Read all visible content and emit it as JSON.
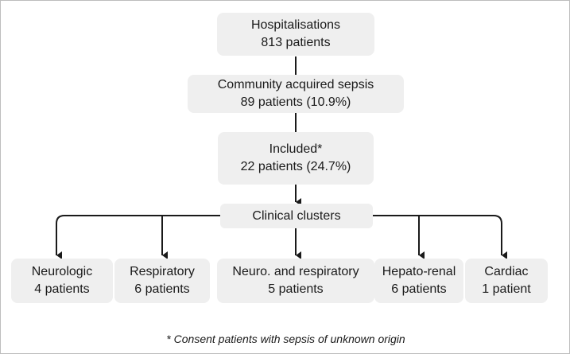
{
  "flow": {
    "hospitalisations": {
      "title": "Hospitalisations",
      "detail": "813 patients"
    },
    "sepsis": {
      "title": "Community acquired sepsis",
      "detail": "89 patients (10.9%)"
    },
    "included": {
      "title": "Included*",
      "detail": "22 patients (24.7%)"
    },
    "clusters": {
      "title": "Clinical clusters"
    },
    "leaves": [
      {
        "title": "Neurologic",
        "detail": "4 patients"
      },
      {
        "title": "Respiratory",
        "detail": "6 patients"
      },
      {
        "title": "Neuro. and respiratory",
        "detail": "5 patients"
      },
      {
        "title": "Hepato-renal",
        "detail": "6 patients"
      },
      {
        "title": "Cardiac",
        "detail": "1 patient"
      }
    ]
  },
  "footnote": "* Consent patients with sepsis of unknown origin",
  "colors": {
    "box_fill": "#efefef",
    "line": "#1a1a1a",
    "frame": "#bdbdbd"
  }
}
